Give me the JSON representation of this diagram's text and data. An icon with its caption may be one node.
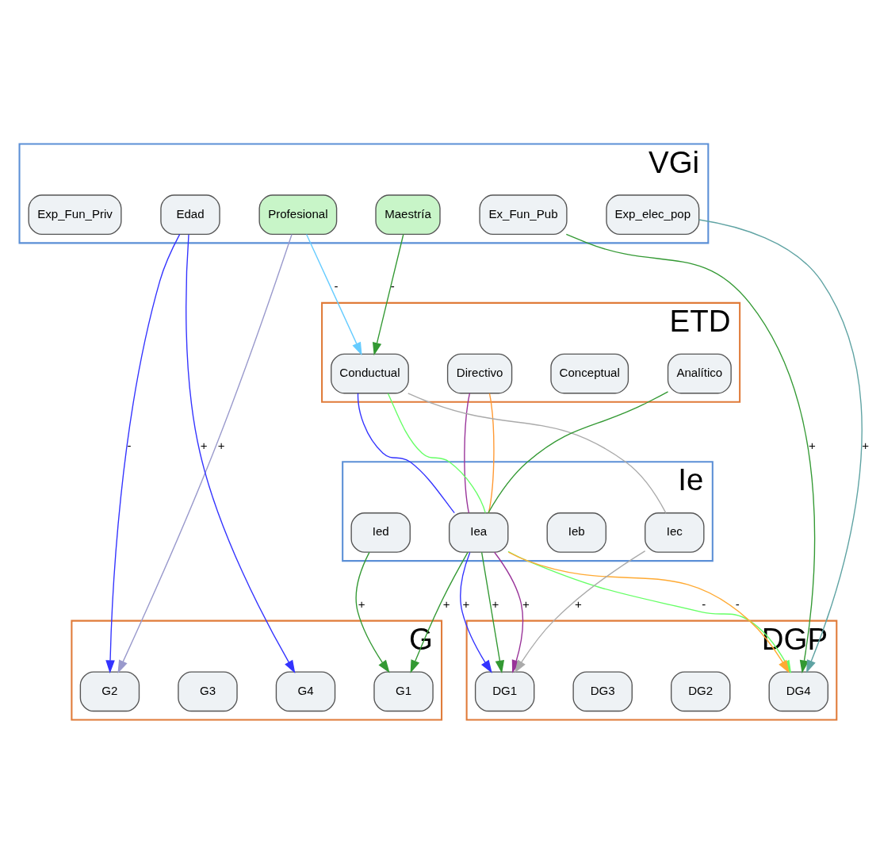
{
  "diagram": {
    "nodes": [
      {
        "text": [
          "VGi"
        ]
      },
      {
        "text": [
          "Profesional"
        ],
        "in": 0
      },
      {
        "text": [
          "Maestría"
        ],
        "in": 0
      },
      {
        "text": [
          "Edad"
        ],
        "in": 0
      },
      {
        "text": [
          "Ex_Fun_Pub"
        ],
        "in": 0
      },
      {
        "text": [
          "Exp_elec_pop"
        ],
        "in": 0
      },
      {
        "text": [
          "Exp_Fun_Priv"
        ],
        "in": 0
      },
      {
        "text": [
          "DGP"
        ]
      },
      {
        "text": [
          "DG1"
        ],
        "in": 7
      },
      {
        "text": [
          "DG2"
        ],
        "in": 7
      },
      {
        "text": [
          "DG3"
        ],
        "in": 7
      },
      {
        "text": [
          "DG4"
        ],
        "in": 7
      },
      {
        "text": [
          "G"
        ]
      },
      {
        "text": [
          "G1"
        ],
        "in": 12
      },
      {
        "text": [
          "G2"
        ],
        "in": 12
      },
      {
        "text": [
          "G3"
        ],
        "in": 12
      },
      {
        "text": [
          "G4"
        ],
        "in": 12
      },
      {
        "text": [
          "ETD"
        ]
      },
      {
        "text": [
          "Directivo"
        ],
        "in": 17
      },
      {
        "text": [
          "Conceptual"
        ],
        "in": 17
      },
      {
        "text": [
          "Conductual"
        ],
        "in": 17
      },
      {
        "text": [
          "Analítico"
        ],
        "in": 17
      },
      {
        "text": [
          "Ie"
        ]
      },
      {
        "text": [
          "Iea"
        ],
        "in": 22
      },
      {
        "text": [
          "Ieb"
        ],
        "in": 22
      },
      {
        "text": [
          "Iec"
        ],
        "in": 22
      },
      {
        "text": [
          "Ied"
        ],
        "in": 22
      }
    ],
    "edges": [
      {
        "from": 1,
        "to": 20,
        "arrow": "to",
        "label": "-",
        "color": "#66ccff"
      },
      {
        "from": 2,
        "to": 20,
        "arrow": "to",
        "label": "-",
        "color": "#339933"
      },
      {
        "from": 1,
        "to": 14,
        "arrow": "to",
        "label": "+",
        "color": "#9999cc"
      },
      {
        "from": 3,
        "to": 14,
        "arrow": "to",
        "label": "-",
        "color": "#3333ff"
      },
      {
        "from": 3,
        "to": 16,
        "arrow": "to",
        "label": "+",
        "color": "#3333ff"
      },
      {
        "from": 4,
        "to": 11,
        "arrow": "to",
        "label": "+",
        "color": "#339933"
      },
      {
        "from": 5,
        "to": 11,
        "arrow": "to",
        "label": "+",
        "color": "#5fa3a3"
      },
      {
        "from": 23,
        "to": 13,
        "arrow": "to",
        "label": "+",
        "color": "#339933"
      },
      {
        "from": 26,
        "to": 13,
        "arrow": "to",
        "label": "+",
        "color": "#339933"
      },
      {
        "from": 23,
        "to": 8,
        "arrow": "to",
        "label": "+",
        "color": "#993399"
      },
      {
        "from": 23,
        "to": 8,
        "arrow": "to",
        "label": "+",
        "color": "#3333ff"
      },
      {
        "from": 23,
        "to": 8,
        "arrow": "to",
        "label": "+",
        "color": "#339933"
      },
      {
        "from": 25,
        "to": 8,
        "arrow": "to",
        "label": "+",
        "color": "#aaaaaa"
      },
      {
        "from": 23,
        "to": 11,
        "arrow": "to",
        "label": "-",
        "color": "#66ff66"
      },
      {
        "from": 23,
        "to": 11,
        "arrow": "to",
        "label": "-",
        "color": "#ffaa33"
      },
      {
        "from": 18,
        "to": 23,
        "arrow": "none",
        "color": "#993399"
      },
      {
        "from": 18,
        "to": 23,
        "arrow": "none",
        "color": "#ff9933"
      },
      {
        "from": 20,
        "to": 23,
        "arrow": "none",
        "color": "#3333ff"
      },
      {
        "from": 20,
        "to": 23,
        "arrow": "none",
        "color": "#66ff66"
      },
      {
        "from": 20,
        "to": 25,
        "arrow": "none",
        "color": "#aaaaaa"
      },
      {
        "from": 21,
        "to": 23,
        "arrow": "none",
        "color": "#339933"
      }
    ]
  }
}
